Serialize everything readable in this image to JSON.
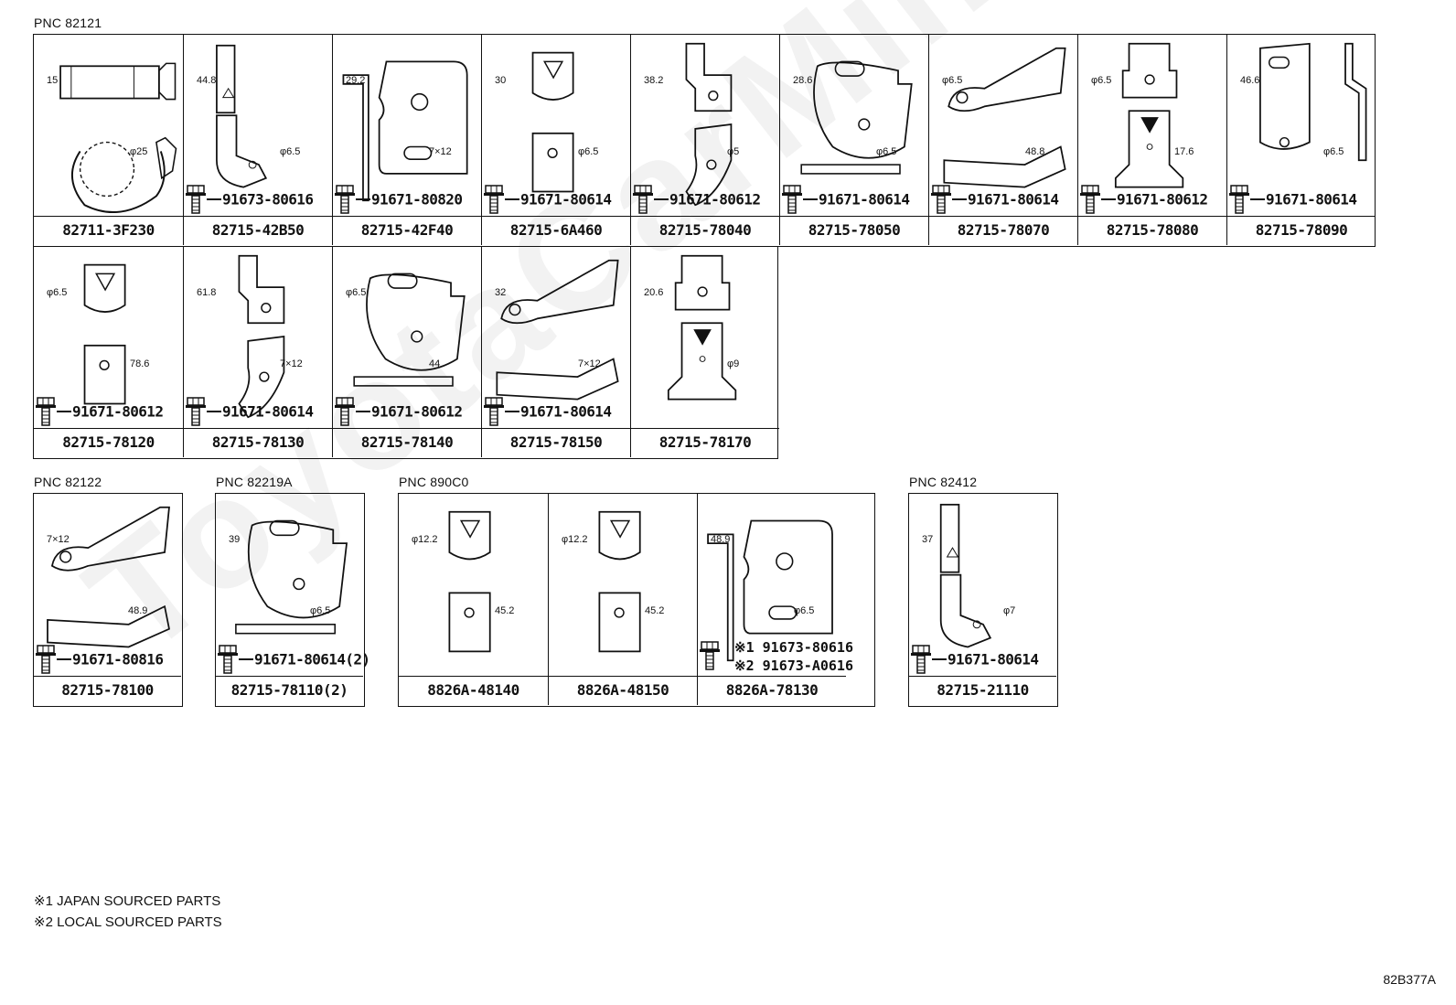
{
  "watermark": "ToyotaCarMine",
  "drawing_id": "82B377A",
  "notes": [
    "※1 JAPAN SOURCED PARTS",
    "※2 LOCAL SOURCED PARTS"
  ],
  "groups": [
    {
      "pnc": "PNC 82121",
      "rows": [
        [
          {
            "part": "82711-3F230",
            "bolt": "",
            "dims": [
              "15",
              "φ25"
            ]
          },
          {
            "part": "82715-42B50",
            "bolt": "91673-80616",
            "dims": [
              "44.8",
              "φ6.5"
            ]
          },
          {
            "part": "82715-42F40",
            "bolt": "91671-80820",
            "dims": [
              "29.2",
              "7×12"
            ]
          },
          {
            "part": "82715-6A460",
            "bolt": "91671-80614",
            "dims": [
              "30",
              "φ6.5"
            ]
          },
          {
            "part": "82715-78040",
            "bolt": "91671-80612",
            "dims": [
              "38.2",
              "φ5"
            ]
          },
          {
            "part": "82715-78050",
            "bolt": "91671-80614",
            "dims": [
              "28.6",
              "φ6.5"
            ]
          },
          {
            "part": "82715-78070",
            "bolt": "91671-80614",
            "dims": [
              "φ6.5",
              "48.8"
            ]
          },
          {
            "part": "82715-78080",
            "bolt": "91671-80612",
            "dims": [
              "φ6.5",
              "17.6"
            ]
          },
          {
            "part": "82715-78090",
            "bolt": "91671-80614",
            "dims": [
              "46.6",
              "φ6.5"
            ]
          }
        ],
        [
          {
            "part": "82715-78120",
            "bolt": "91671-80612",
            "dims": [
              "φ6.5",
              "78.6"
            ]
          },
          {
            "part": "82715-78130",
            "bolt": "91671-80614",
            "dims": [
              "61.8",
              "7×12"
            ]
          },
          {
            "part": "82715-78140",
            "bolt": "91671-80612",
            "dims": [
              "φ6.5",
              "44"
            ]
          },
          {
            "part": "82715-78150",
            "bolt": "91671-80614",
            "dims": [
              "32",
              "7×12"
            ]
          },
          {
            "part": "82715-78170",
            "bolt": "",
            "dims": [
              "20.6",
              "φ9"
            ]
          }
        ]
      ]
    },
    {
      "pnc": "PNC 82122",
      "cells": [
        {
          "part": "82715-78100",
          "bolt": "91671-80816",
          "dims": [
            "7×12",
            "48.9"
          ]
        }
      ]
    },
    {
      "pnc": "PNC 82219A",
      "cells": [
        {
          "part": "82715-78110(2)",
          "bolt": "91671-80614(2)",
          "dims": [
            "39",
            "φ6.5"
          ]
        }
      ]
    },
    {
      "pnc": "PNC 890C0",
      "cells": [
        {
          "part": "8826A-48140",
          "bolt": "",
          "dims": [
            "φ12.2",
            "45.2"
          ]
        },
        {
          "part": "8826A-48150",
          "bolt": "",
          "dims": [
            "φ12.2",
            "45.2"
          ]
        },
        {
          "part": "8826A-78130",
          "bolt": "",
          "dims": [
            "48.9",
            "φ6.5"
          ],
          "fasteners": [
            "※1 91673-80616",
            "※2 91673-A0616"
          ]
        }
      ]
    },
    {
      "pnc": "PNC 82412",
      "cells": [
        {
          "part": "82715-21110",
          "bolt": "91671-80614",
          "dims": [
            "37",
            "φ7"
          ]
        }
      ]
    }
  ]
}
